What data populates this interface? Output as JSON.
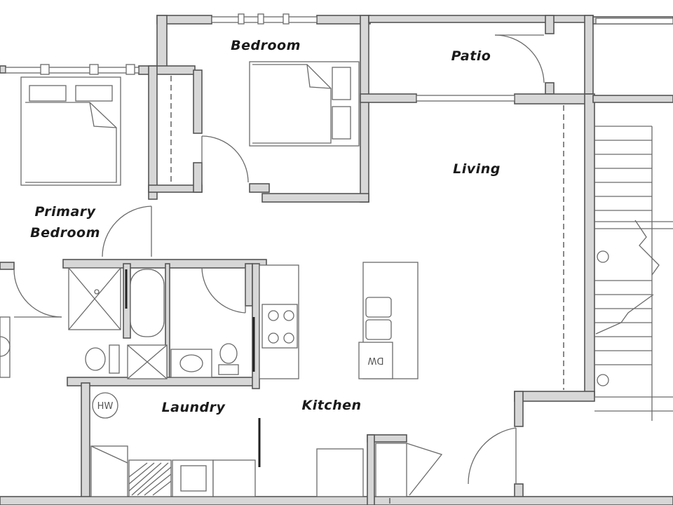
{
  "plan": {
    "rooms": {
      "bedroom": "Bedroom",
      "patio": "Patio",
      "living": "Living",
      "primary_line1": "Primary",
      "primary_line2": "Bedroom",
      "laundry": "Laundry",
      "kitchen": "Kitchen"
    },
    "fixtures": {
      "water_heater": "HW",
      "dishwasher": "DW"
    }
  },
  "colors": {
    "wall_fill": "#d7d7d7",
    "line": "#555555",
    "label": "#1a1a1a"
  }
}
